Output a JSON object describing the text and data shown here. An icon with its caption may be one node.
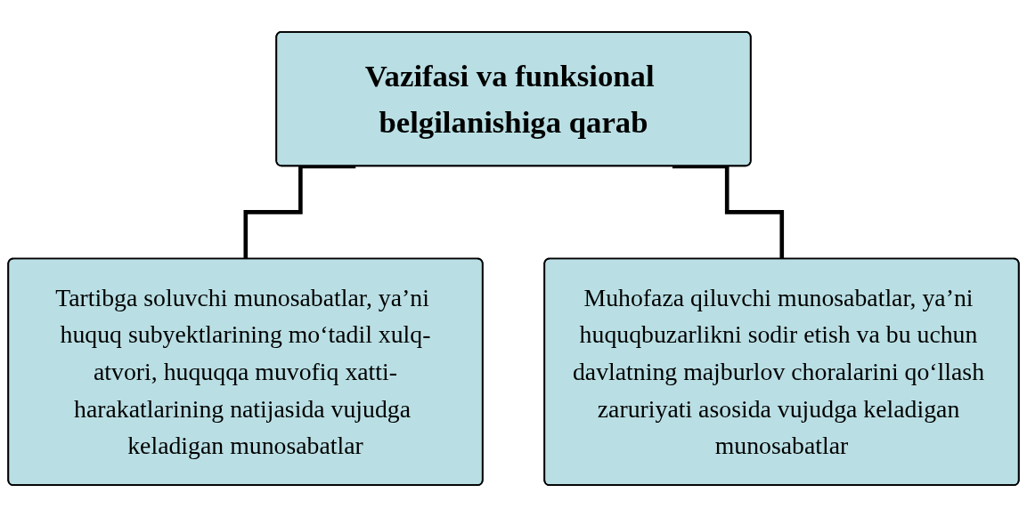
{
  "diagram": {
    "nodes": [
      {
        "text": [
          "Vazifasi va funksional belgilanishiga qarab"
        ]
      },
      {
        "text": [
          "Tartibga soluvchi munosabatlar, ya’ni huquq subyektlarining mo‘tadil xulq-atvori, huquqqa muvofiq xatti-harakatlarining natijasida vujudga keladigan munosabatlar"
        ]
      },
      {
        "text": [
          "Muhofaza qiluvchi munosabatlar, ya’ni huquqbuzarlikni sodir etish va bu uchun davlatning majburlov choralarini qo‘llash zaruriyati asosida vujudga keladigan munosabatlar"
        ]
      }
    ],
    "edges": [
      {
        "from": 0,
        "to": 1,
        "arrow": "none"
      },
      {
        "from": 0,
        "to": 2,
        "arrow": "none"
      }
    ]
  }
}
